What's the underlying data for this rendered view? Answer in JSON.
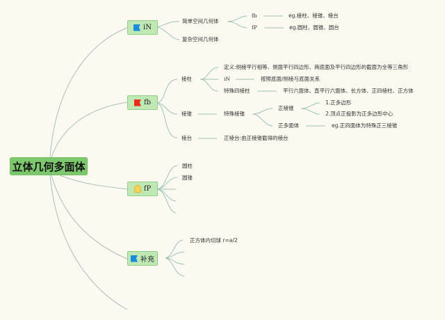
{
  "root": {
    "label": "立体几何多面体"
  },
  "branches": [
    {
      "label": "iN",
      "icon": "blue-flag-icon",
      "children": [
        {
          "label": "简单空间几何体",
          "children": [
            {
              "label": "fb",
              "detail": "eg.棱柱、棱锥、棱台"
            },
            {
              "label": "fP",
              "detail": "eg.圆柱、圆锥、圆台"
            }
          ]
        },
        {
          "label": "复杂空间几何体"
        }
      ]
    },
    {
      "label": "fb",
      "icon": "red-flag-icon",
      "children": [
        {
          "label": "棱柱",
          "children": [
            {
              "label": "定义:侧棱平行相等、侧面平行四边形、两底面及平行四边形的截面为全等三角形"
            },
            {
              "label": "iN",
              "detail": "按照底面/侧棱与底面关系"
            },
            {
              "label": "特殊四棱柱",
              "detail": "平行六面体、直平行六面体、长方体、正四棱柱、正方体"
            }
          ]
        },
        {
          "label": "棱锥",
          "children": [
            {
              "label": "特殊棱锥",
              "children": [
                {
                  "label": "正棱锥",
                  "children": [
                    {
                      "label": "1.正多边形"
                    },
                    {
                      "label": "2.顶点正投影为正多边形中心"
                    }
                  ]
                },
                {
                  "label": "正多面体",
                  "detail": "eg.正四面体为特殊正三棱锥"
                }
              ]
            }
          ]
        },
        {
          "label": "棱台",
          "detail": "正棱台:由正棱锥截得的棱台"
        }
      ]
    },
    {
      "label": "fP",
      "icon": "gold-medal-icon",
      "children": [
        {
          "label": "圆柱"
        },
        {
          "label": "圆锥"
        },
        {
          "label": ""
        },
        {
          "label": ""
        },
        {
          "label": ""
        }
      ]
    },
    {
      "label": "补充",
      "icon": "blue-flag-icon",
      "children": [
        {
          "label": "正方体内切球 r=a/2"
        },
        {
          "label": ""
        },
        {
          "label": ""
        },
        {
          "label": ""
        }
      ]
    }
  ],
  "colors": {
    "background": "#fcf9f1",
    "root_fill": "#7dc86d",
    "branch_fill": "#bfe8b4",
    "link": "#9cc4b4",
    "flag_blue": "#1b8be0",
    "flag_red": "#ee2a1b",
    "medal_gold": "#f3d35a"
  }
}
